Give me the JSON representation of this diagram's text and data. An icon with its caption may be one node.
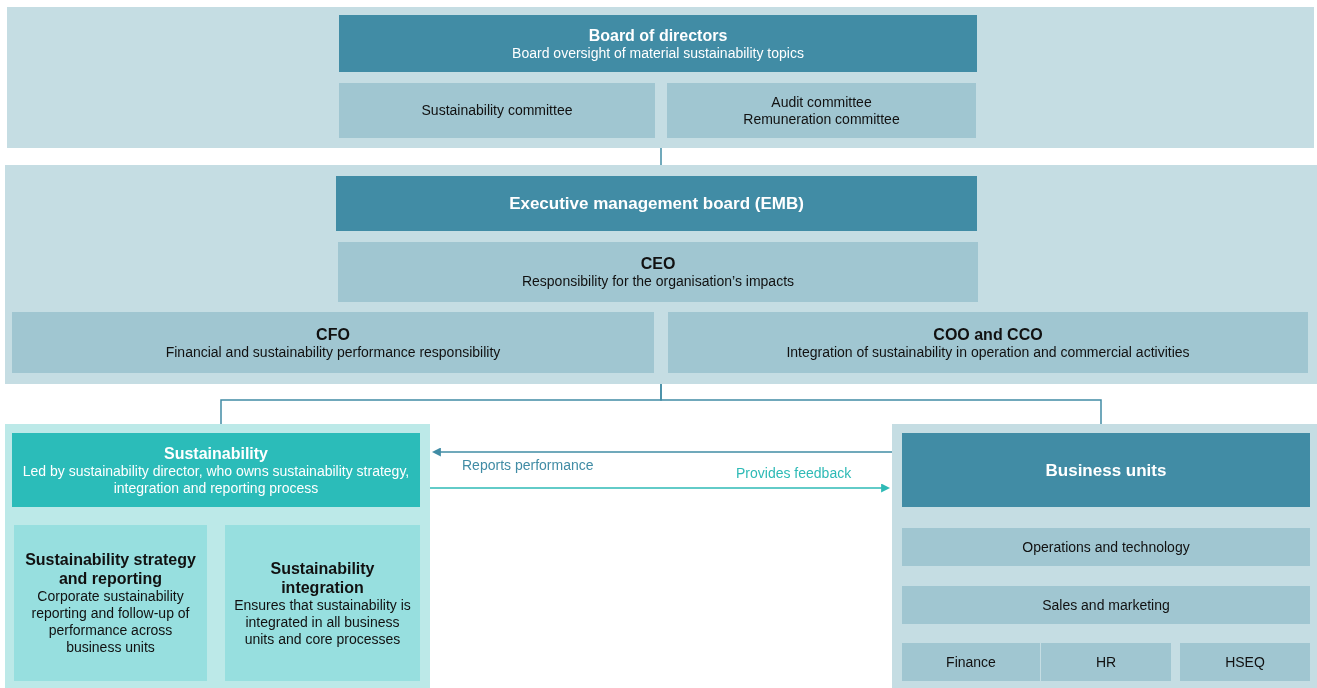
{
  "diagram": {
    "nodes": [
      {
        "text": [],
        "shape": "box"
      },
      {
        "text": [
          "Board of directors",
          "Board oversight of material sustainability topics"
        ],
        "in": 0
      },
      {
        "text": [
          "Sustainability committee"
        ],
        "in": 0
      },
      {
        "text": [
          "Audit committee",
          "Remuneration committee"
        ],
        "in": 0
      },
      {
        "text": [],
        "shape": "box"
      },
      {
        "text": [
          "Executive management board (EMB)"
        ],
        "in": 4
      },
      {
        "text": [
          "CEO",
          "Responsibility for the organisation’s impacts"
        ],
        "in": 4
      },
      {
        "text": [
          "CFO",
          "Financial and sustainability performance responsibility"
        ],
        "in": 4
      },
      {
        "text": [
          "COO and CCO",
          "Integration of sustainability in operation and commercial activities"
        ],
        "in": 4
      },
      {
        "text": [],
        "shape": "box"
      },
      {
        "text": [
          "Sustainability",
          "Led by sustainability director, who owns sustainability strategy, integration and reporting process"
        ],
        "in": 9
      },
      {
        "text": [
          "Sustainability strategy and reporting",
          "Corporate sustainability reporting and follow-up of performance across business units"
        ],
        "in": 9
      },
      {
        "text": [
          "Sustainability integration",
          "Ensures that sustainability is integrated in all business units and core processes"
        ],
        "in": 9
      },
      {
        "text": [],
        "shape": "box"
      },
      {
        "text": [
          "Business units"
        ],
        "in": 13
      },
      {
        "text": [
          "Operations and technology"
        ],
        "in": 13
      },
      {
        "text": [
          "Sales and marketing"
        ],
        "in": 13
      },
      {
        "text": [
          "Finance"
        ],
        "in": 13
      },
      {
        "text": [
          "HR"
        ],
        "in": 13
      },
      {
        "text": [
          "HSEQ"
        ],
        "in": 13
      }
    ],
    "edges": [
      {
        "from": 0,
        "to": 4,
        "arrow": "none"
      },
      {
        "from": 4,
        "to": 9,
        "arrow": "none"
      },
      {
        "from": 4,
        "to": 13,
        "arrow": "none"
      },
      {
        "from": 13,
        "to": 9,
        "arrow": "to",
        "label": "Reports performance"
      },
      {
        "from": 9,
        "to": 13,
        "arrow": "to",
        "label": "Provides feedback",
        "color": "#2ebab6"
      }
    ]
  }
}
